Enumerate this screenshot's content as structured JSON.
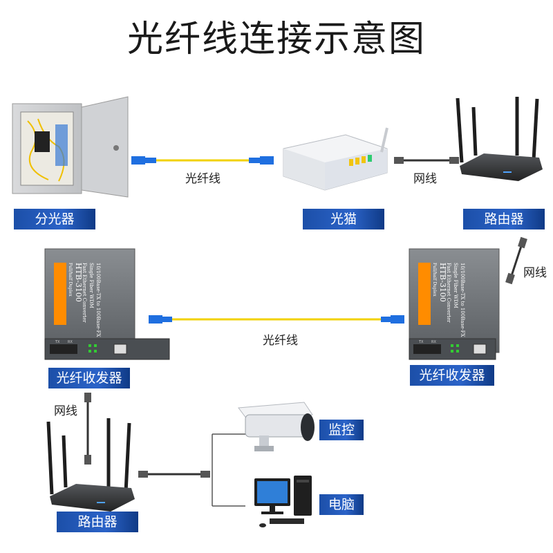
{
  "title": "光纤线连接示意图",
  "labels": {
    "splitter": "分光器",
    "modem": "光猫",
    "router_top": "路由器",
    "transceiver_left": "光纤收发器",
    "transceiver_right": "光纤收发器",
    "router_bottom": "路由器",
    "camera": "监控",
    "computer": "电脑"
  },
  "captions": {
    "fiber_top": "光纤线",
    "net_top": "网线",
    "net_right": "网线",
    "fiber_middle": "光纤线",
    "net_bottom": "网线"
  },
  "devices": {
    "model": "HTB-3100",
    "spec_line1": "10/100Base-TX to 100Base-FX",
    "spec_line2": "Single Fiber WDM",
    "spec_line3": "Fast Ethernet Converter",
    "spec_line4": "Full/half Duplex",
    "port_tx": "TX",
    "port_rx": "RX"
  },
  "colors": {
    "label_bg": "#1c4fa8",
    "fiber": "#f2d100",
    "connector": "#1f6fe0",
    "cable": "#333333"
  }
}
